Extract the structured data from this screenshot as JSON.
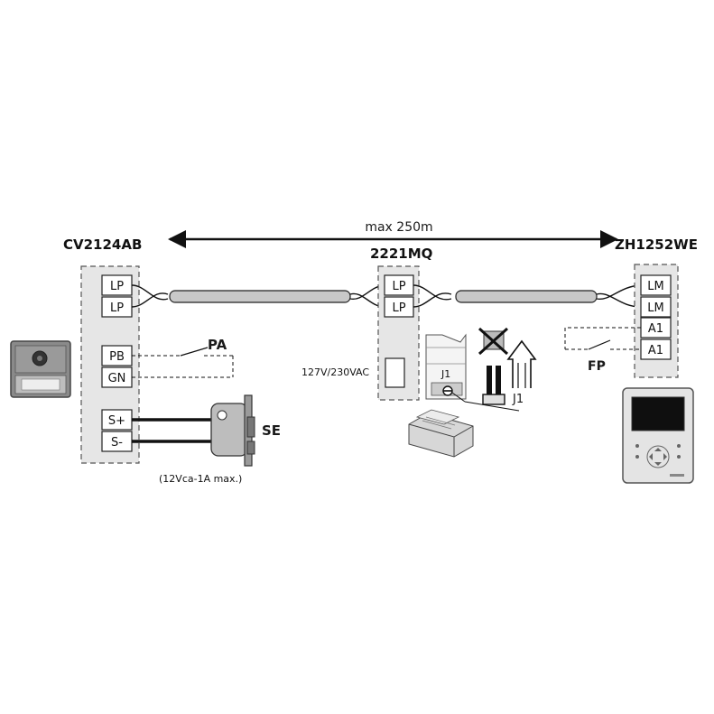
{
  "distance_label": "max 250m",
  "devices": {
    "panel": {
      "name": "CV2124AB"
    },
    "power": {
      "name": "2221MQ"
    },
    "monitor": {
      "name": "ZH1252WE"
    }
  },
  "terminals": {
    "panel": [
      "LP",
      "LP",
      "PB",
      "GN",
      "S+",
      "S-"
    ],
    "power": [
      "LP",
      "LP"
    ],
    "monitor": [
      "LM",
      "LM",
      "A1",
      "A1"
    ]
  },
  "labels": {
    "pa": "PA",
    "se": "SE",
    "fp": "FP",
    "j1": "J1",
    "j1_board": "J1",
    "mains": "127V/230VAC",
    "lock_spec": "(12Vca-1A max.)"
  },
  "colors": {
    "cable_fill": "#c8c8c8",
    "box_fill": "#e6e6e6",
    "box_border": "#555555",
    "line": "#111111"
  }
}
